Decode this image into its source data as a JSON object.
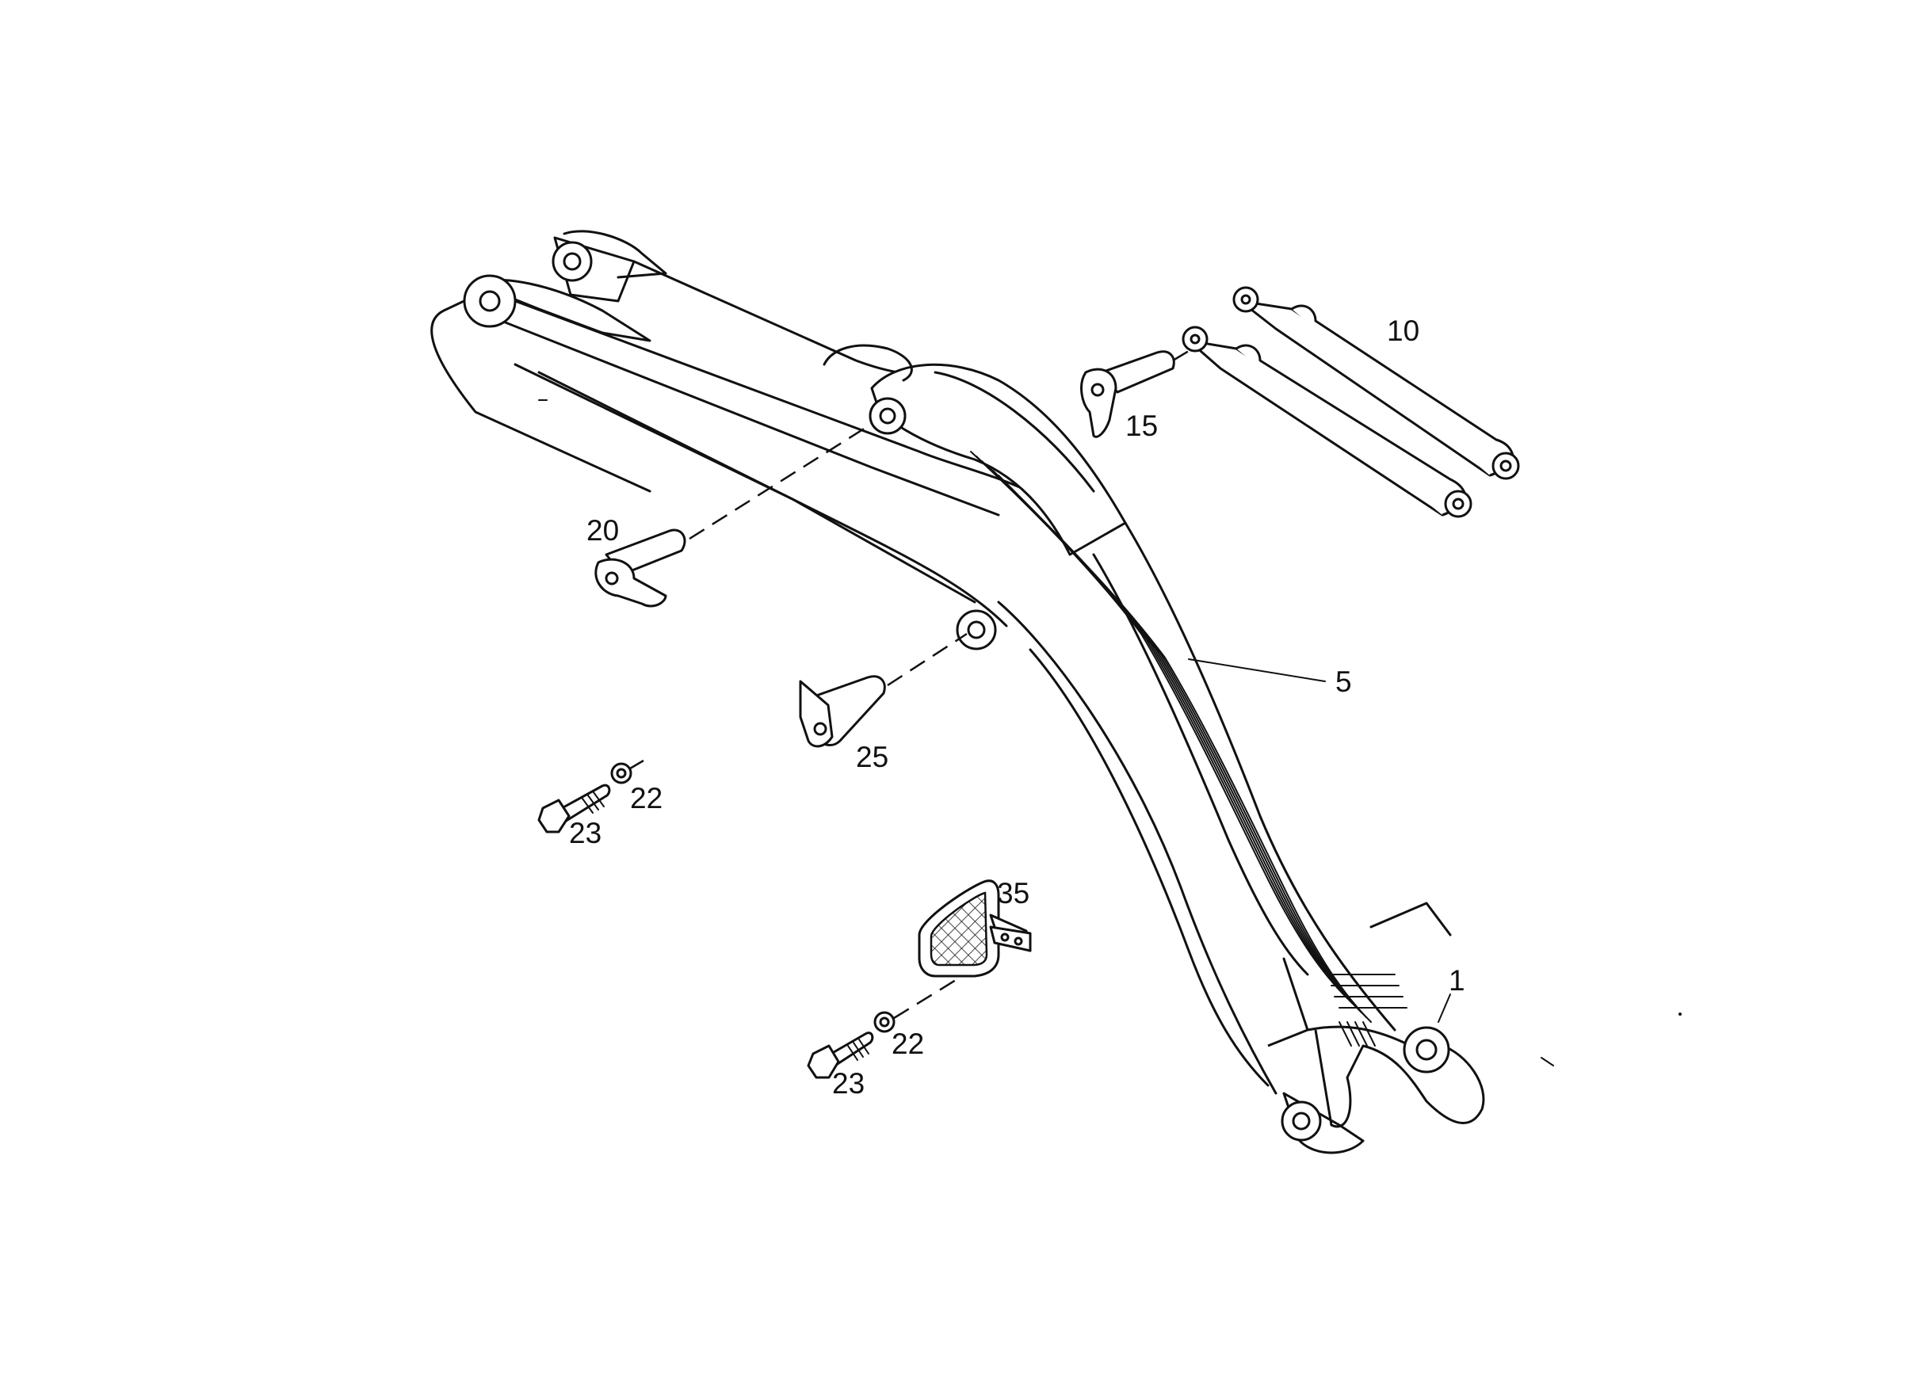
{
  "diagram": {
    "callouts": {
      "boom": "1",
      "hoses": "5",
      "cylinders": "10",
      "pin_top": "15",
      "pin_left": "20",
      "washer_upper": "22",
      "bolt_upper": "23",
      "pin_middle": "25",
      "washer_lower": "22",
      "bolt_lower": "23",
      "guard": "35"
    }
  }
}
